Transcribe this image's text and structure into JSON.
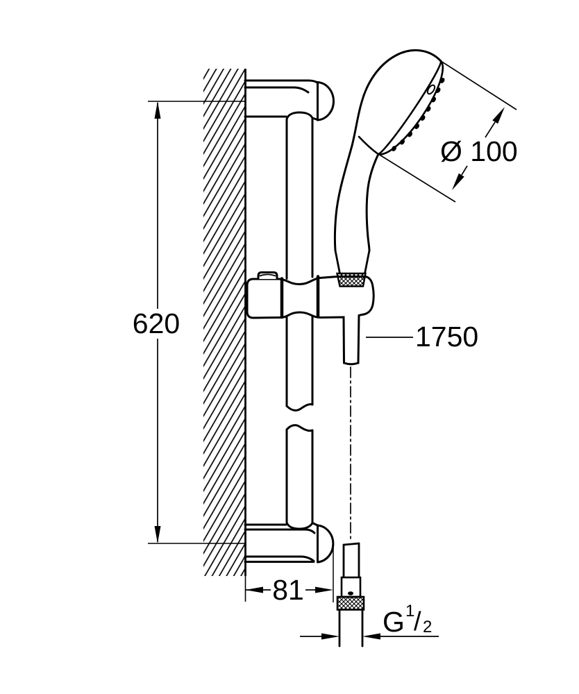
{
  "labels": {
    "rail_height": "620",
    "wall_offset": "81",
    "head_diameter": "Ø 100",
    "hose_length": "1750",
    "thread": {
      "g": "G",
      "numerator": "1",
      "slash": "/",
      "denominator": "2"
    }
  },
  "colors": {
    "line": "#000000",
    "background": "#ffffff"
  }
}
